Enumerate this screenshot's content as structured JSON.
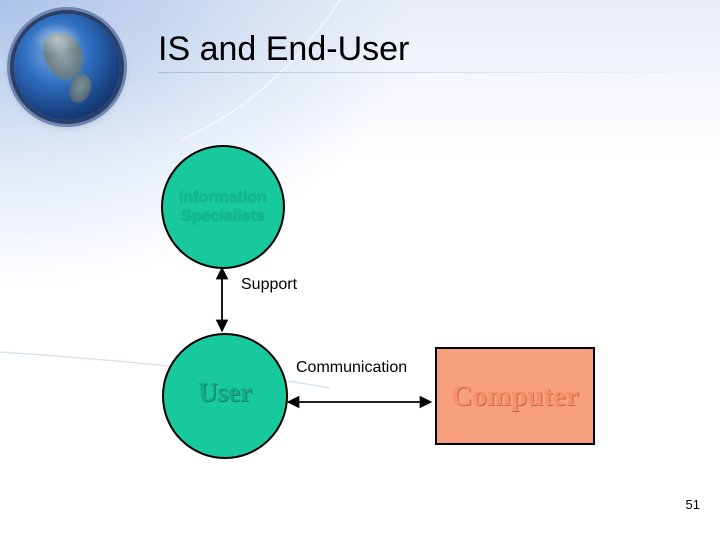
{
  "slide": {
    "title": "IS and End-User",
    "page_number": "51"
  },
  "nodes": {
    "information_specialists": {
      "label": "Information\nSpecialists",
      "fill": "#19c99e"
    },
    "user": {
      "label": "User",
      "fill": "#19c99e"
    },
    "computer": {
      "label": "Computer",
      "fill": "#f7a07d"
    }
  },
  "edges": {
    "support": {
      "label": "Support",
      "from": "information_specialists",
      "to": "user",
      "direction": "both"
    },
    "communication": {
      "label": "Communication",
      "from": "user",
      "to": "computer",
      "direction": "both"
    }
  },
  "icons": {
    "logo": "globe-icon"
  }
}
